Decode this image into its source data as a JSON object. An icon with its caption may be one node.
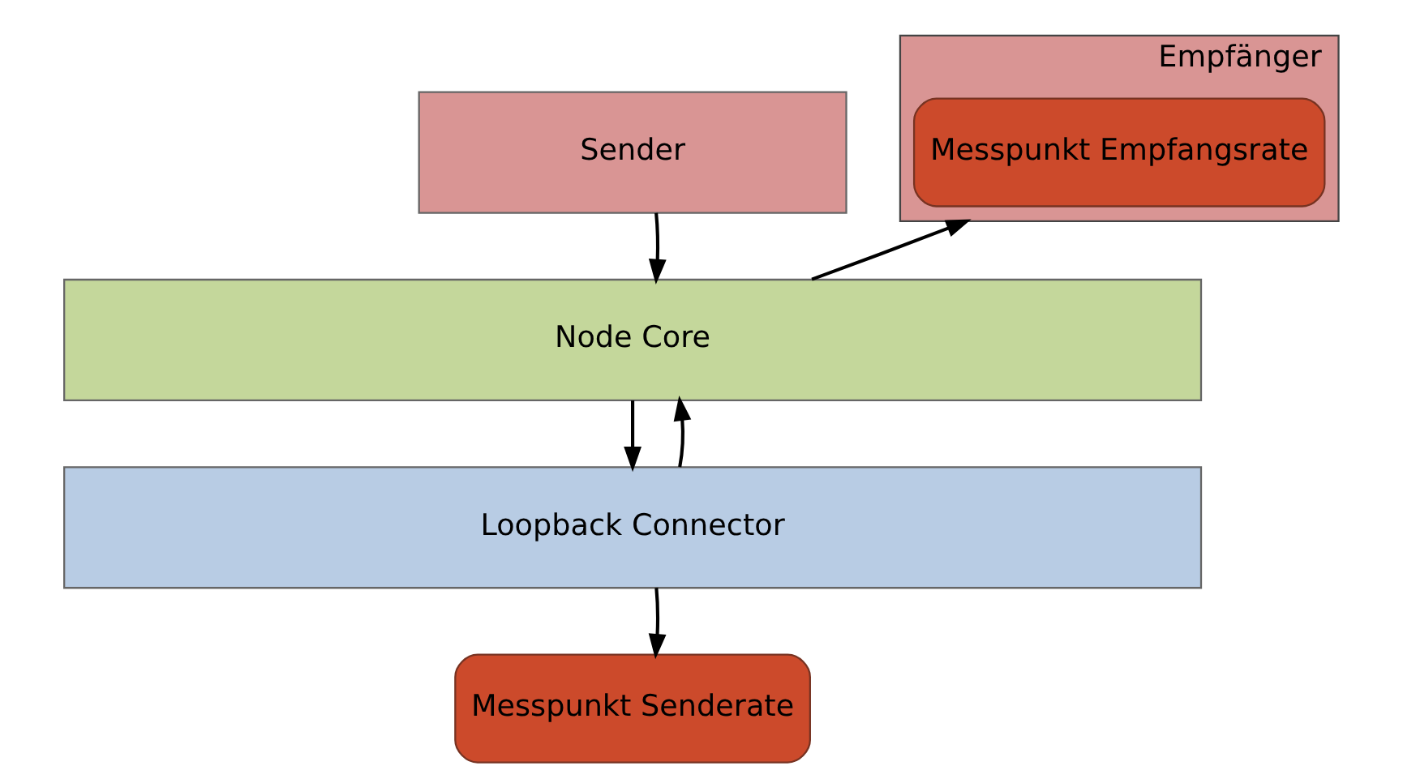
{
  "diagram": {
    "nodes": [
      {
        "text": [
          "Sender"
        ]
      },
      {
        "text": [
          "Empfänger"
        ]
      },
      {
        "text": [
          "Messpunkt Empfangsrate"
        ],
        "in": 1
      },
      {
        "text": [
          "Node Core"
        ]
      },
      {
        "text": [
          "Loopback Connector"
        ]
      },
      {
        "text": [
          "Messpunkt Senderate"
        ]
      }
    ],
    "edges": [
      {
        "from": 0,
        "to": 3,
        "arrow": "to"
      },
      {
        "from": 3,
        "to": 4,
        "arrow": "to"
      },
      {
        "from": 4,
        "to": 3,
        "arrow": "to"
      },
      {
        "from": 3,
        "to": 1,
        "arrow": "to"
      },
      {
        "from": 4,
        "to": 5,
        "arrow": "to"
      }
    ]
  }
}
